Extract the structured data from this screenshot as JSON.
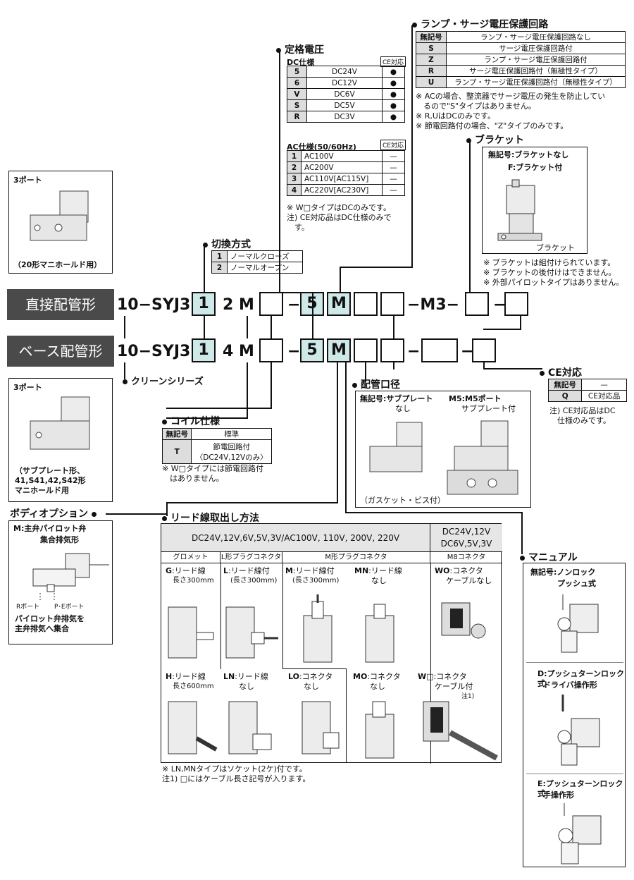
{
  "lamp": {
    "title": "ランプ・サージ電圧保護回路",
    "rows": [
      {
        "k": "無記号",
        "v": "ランプ・サージ電圧保護回路なし"
      },
      {
        "k": "S",
        "v": "サージ電圧保護回路付"
      },
      {
        "k": "Z",
        "v": "ランプ・サージ電圧保護回路付"
      },
      {
        "k": "R",
        "v": "サージ電圧保護回路付（無極性タイプ）"
      },
      {
        "k": "U",
        "v": "ランプ・サージ電圧保護回路付（無極性タイプ）"
      }
    ],
    "notes": [
      "※ ACの場合、整流器でサージ電圧の発生を防止してい",
      "　るので\"S\"タイプはありません。",
      "※ R,UはDCのみです。",
      "※ 節電回路付の場合、\"Z\"タイプのみです。"
    ]
  },
  "voltage": {
    "title": "定格電圧",
    "dc_title": "DC仕様",
    "ce": "CE対応",
    "dc_rows": [
      {
        "k": "5",
        "v": "DC24V",
        "c": "●"
      },
      {
        "k": "6",
        "v": "DC12V",
        "c": "●"
      },
      {
        "k": "V",
        "v": "DC6V",
        "c": "●"
      },
      {
        "k": "S",
        "v": "DC5V",
        "c": "●"
      },
      {
        "k": "R",
        "v": "DC3V",
        "c": "●"
      }
    ],
    "ac_title": "AC仕様(50/60Hz)",
    "ac_rows": [
      {
        "k": "1",
        "v": "AC100V",
        "c": "—"
      },
      {
        "k": "2",
        "v": "AC200V",
        "c": "—"
      },
      {
        "k": "3",
        "v": "AC110V[AC115V]",
        "c": "—"
      },
      {
        "k": "4",
        "v": "AC220V[AC230V]",
        "c": "—"
      }
    ],
    "notes": [
      "※ W□タイプはDCのみです。",
      "注) CE対応品はDC仕様のみで",
      "　す。"
    ]
  },
  "bracket": {
    "title": "ブラケット",
    "opt1": "無記号:ブラケットなし",
    "opt2": "F:ブラケット付",
    "label": "ブラケット",
    "notes": [
      "※ ブラケットは組付けられています。",
      "※ ブラケットの後付けはできません。",
      "※ 外部パイロットタイプはありません。"
    ]
  },
  "switching": {
    "title": "切換方式",
    "rows": [
      {
        "k": "1",
        "v": "ノーマルクローズ"
      },
      {
        "k": "2",
        "v": "ノーマルオープン"
      }
    ]
  },
  "port3_top": {
    "label": "3ポート",
    "caption": "（20形マニホールド用）"
  },
  "port3_bottom": {
    "label": "3ポート",
    "caption": [
      "（サブプレート形、",
      "41,S41,42,S42形",
      "マニホールド用"
    ]
  },
  "type_direct": "直接配管形",
  "type_base": "ベース配管形",
  "code1": {
    "prefix": "10−SYJ3",
    "a": "1",
    "b": "2 M",
    "c": "5",
    "d": "M",
    "e": "−M3−"
  },
  "code2": {
    "prefix": "10−SYJ3",
    "a": "1",
    "b": "4 M",
    "c": "5",
    "d": "M"
  },
  "dash": "−",
  "clean": "クリーンシリーズ",
  "ce": {
    "title": "CE対応",
    "rows": [
      {
        "k": "無記号",
        "v": "—"
      },
      {
        "k": "Q",
        "v": "CE対応品"
      }
    ],
    "notes": [
      "注) CE対応品はDC",
      "　仕様のみです。"
    ]
  },
  "coil": {
    "title": "コイル仕様",
    "rows": [
      {
        "k": "無記号",
        "v": "標準"
      },
      {
        "k": "T",
        "v": "節電回路付",
        "v2": "〈DC24V,12Vのみ〉"
      }
    ],
    "notes": [
      "※ W□タイプには節電回路付",
      "　はありません。"
    ]
  },
  "piping": {
    "title": "配管口径",
    "opt1": "無記号:サブプレート",
    "opt1b": "なし",
    "opt2": "M5:M5ポート",
    "opt2b": "サブプレート付",
    "caption": "（ガスケット・ビス付）"
  },
  "body_opt": {
    "title": "ボディオプション",
    "opt1": "M:主弁パイロット弁",
    "opt1b": "集合排気形",
    "rport": "Rポート",
    "peport": "P･Eポート",
    "caption": [
      "パイロット弁排気を",
      "主弁排気へ集合"
    ]
  },
  "lead": {
    "title": "リード線取出し方法",
    "hdr_left": "DC24V,12V,6V,5V,3V/AC100V, 110V, 200V, 220V",
    "hdr_right1": "DC24V,12V",
    "hdr_right2": "DC6V,5V,3V",
    "cols": [
      "グロメット",
      "L形プラグコネクタ",
      "M形プラグコネクタ",
      "M8コネクタ"
    ],
    "items_top": [
      {
        "code": "G",
        "t1": ":リード線",
        "t2": "長さ300mm"
      },
      {
        "code": "L",
        "t1": ":リード線付",
        "t2": "(長さ300mm)"
      },
      {
        "code": "M",
        "t1": ":リード線付",
        "t2": "(長さ300mm)"
      },
      {
        "code": "MN",
        "t1": ":リード線",
        "t2": "なし"
      },
      {
        "code": "WO",
        "t1": ":コネクタ",
        "t2": "ケーブルなし"
      }
    ],
    "items_bottom": [
      {
        "code": "H",
        "t1": ":リード線",
        "t2": "長さ600mm"
      },
      {
        "code": "LN",
        "t1": ":リード線",
        "t2": "なし"
      },
      {
        "code": "LO",
        "t1": ":コネクタ",
        "t2": "なし"
      },
      {
        "code": "MO",
        "t1": ":コネクタ",
        "t2": "なし"
      },
      {
        "code": "W□",
        "t1": ":コネクタ",
        "t2": "ケーブル付",
        "t3": "注1)"
      }
    ],
    "notes": [
      "※ LN,MNタイプはソケット(2ケ)付です。",
      "注1) □にはケーブル長さ記号が入ります。"
    ]
  },
  "manual": {
    "title": "マニュアル",
    "opt1": "無記号:ノンロック",
    "opt1b": "プッシュ式",
    "opt2": "D:プッシュターンロック式",
    "opt2b": "ドライバ操作形",
    "opt3": "E:プッシュターンロック式",
    "opt3b": "手操作形"
  }
}
